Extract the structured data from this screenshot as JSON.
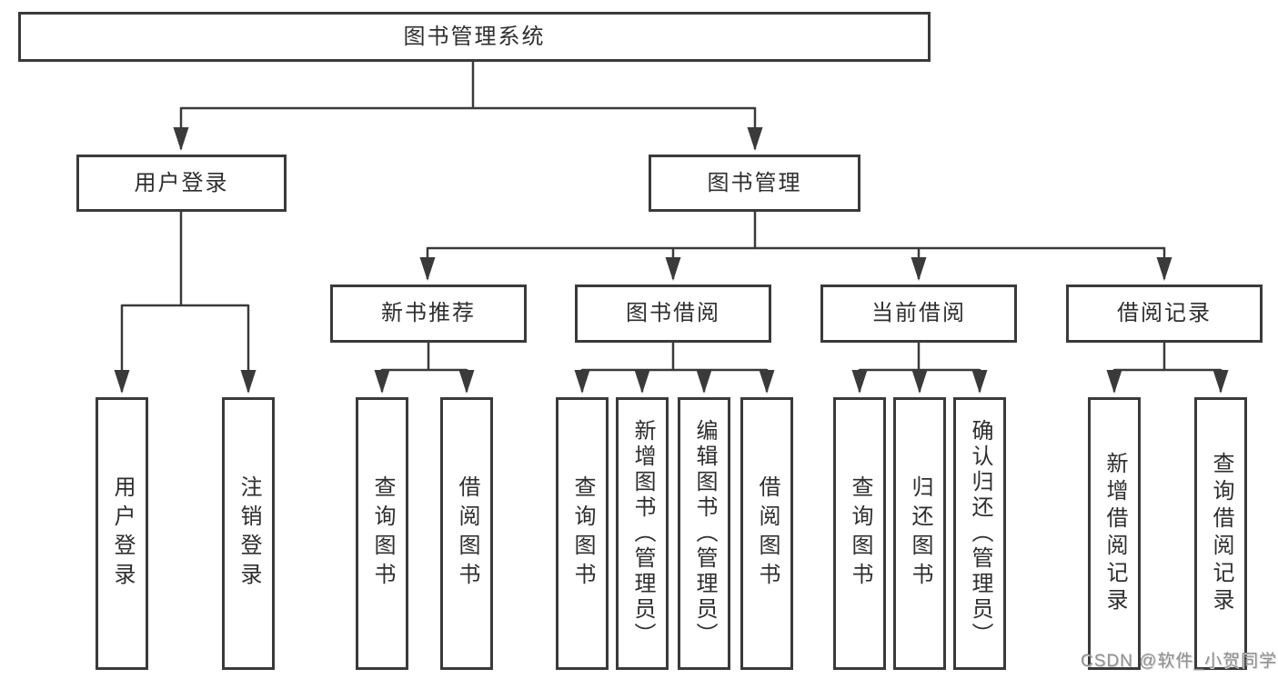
{
  "nodes": {
    "root": {
      "label": "图书管理系统"
    },
    "user_login": {
      "label": "用户登录"
    },
    "book_mgmt": {
      "label": "图书管理"
    },
    "new_book_rec": {
      "label": "新书推荐"
    },
    "book_borrow": {
      "label": "图书借阅"
    },
    "current_borrow": {
      "label": "当前借阅"
    },
    "borrow_record": {
      "label": "借阅记录"
    }
  },
  "leaves": [
    {
      "parent": "用户登录",
      "label": "用户登录"
    },
    {
      "parent": "用户登录",
      "label": "注销登录"
    },
    {
      "parent": "新书推荐",
      "label": "查询图书"
    },
    {
      "parent": "新书推荐",
      "label": "借阅图书"
    },
    {
      "parent": "图书借阅",
      "label": "查询图书"
    },
    {
      "parent": "图书借阅",
      "label": "新增图书（管理员）"
    },
    {
      "parent": "图书借阅",
      "label": "编辑图书（管理员）"
    },
    {
      "parent": "图书借阅",
      "label": "借阅图书"
    },
    {
      "parent": "当前借阅",
      "label": "查询图书"
    },
    {
      "parent": "当前借阅",
      "label": "归还图书"
    },
    {
      "parent": "当前借阅",
      "label": "确认归还（管理员）"
    },
    {
      "parent": "借阅记录",
      "label": "新增借阅记录"
    },
    {
      "parent": "借阅记录",
      "label": "查询借阅记录"
    }
  ],
  "watermark": {
    "text": "CSDN @软件_小贺同学"
  },
  "colors": {
    "line": "#3a3a3a",
    "box_border": "#3a3a3a",
    "text": "#2e2e2e",
    "watermark": "#909090",
    "background": "#ffffff"
  }
}
